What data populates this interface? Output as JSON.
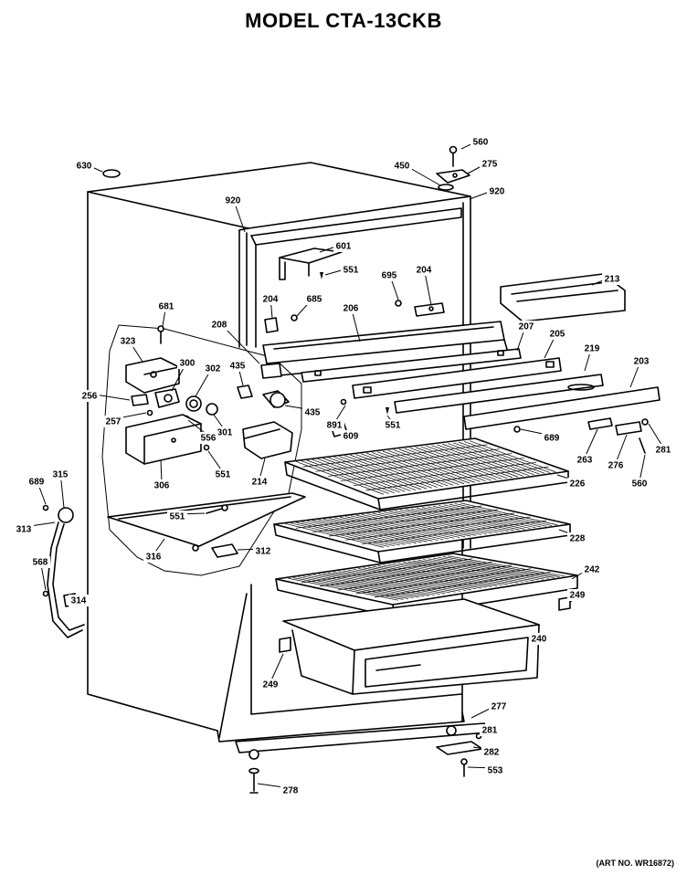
{
  "title": "MODEL CTA-13CKB",
  "art_number": "(ART NO. WR16872)",
  "callouts": [
    {
      "id": "560a",
      "label": "560"
    },
    {
      "id": "630",
      "label": "630"
    },
    {
      "id": "450",
      "label": "450"
    },
    {
      "id": "275",
      "label": "275"
    },
    {
      "id": "920a",
      "label": "920"
    },
    {
      "id": "920b",
      "label": "920"
    },
    {
      "id": "601",
      "label": "601"
    },
    {
      "id": "551a",
      "label": "551"
    },
    {
      "id": "695",
      "label": "695"
    },
    {
      "id": "204a",
      "label": "204"
    },
    {
      "id": "213",
      "label": "213"
    },
    {
      "id": "204b",
      "label": "204"
    },
    {
      "id": "685",
      "label": "685"
    },
    {
      "id": "206",
      "label": "206"
    },
    {
      "id": "681",
      "label": "681"
    },
    {
      "id": "208",
      "label": "208"
    },
    {
      "id": "207",
      "label": "207"
    },
    {
      "id": "205",
      "label": "205"
    },
    {
      "id": "219",
      "label": "219"
    },
    {
      "id": "203",
      "label": "203"
    },
    {
      "id": "323",
      "label": "323"
    },
    {
      "id": "300",
      "label": "300"
    },
    {
      "id": "302",
      "label": "302"
    },
    {
      "id": "435a",
      "label": "435"
    },
    {
      "id": "256",
      "label": "256"
    },
    {
      "id": "435b",
      "label": "435"
    },
    {
      "id": "891",
      "label": "891"
    },
    {
      "id": "551b",
      "label": "551"
    },
    {
      "id": "257",
      "label": "257"
    },
    {
      "id": "301",
      "label": "301"
    },
    {
      "id": "556",
      "label": "556"
    },
    {
      "id": "609",
      "label": "609"
    },
    {
      "id": "689a",
      "label": "689"
    },
    {
      "id": "263",
      "label": "263"
    },
    {
      "id": "281a",
      "label": "281"
    },
    {
      "id": "276",
      "label": "276"
    },
    {
      "id": "306",
      "label": "306"
    },
    {
      "id": "551c",
      "label": "551"
    },
    {
      "id": "214",
      "label": "214"
    },
    {
      "id": "226",
      "label": "226"
    },
    {
      "id": "560b",
      "label": "560"
    },
    {
      "id": "689b",
      "label": "689"
    },
    {
      "id": "315",
      "label": "315"
    },
    {
      "id": "551d",
      "label": "551"
    },
    {
      "id": "313",
      "label": "313"
    },
    {
      "id": "228",
      "label": "228"
    },
    {
      "id": "316",
      "label": "316"
    },
    {
      "id": "312",
      "label": "312"
    },
    {
      "id": "568",
      "label": "568"
    },
    {
      "id": "242",
      "label": "242"
    },
    {
      "id": "314",
      "label": "314"
    },
    {
      "id": "249a",
      "label": "249"
    },
    {
      "id": "240",
      "label": "240"
    },
    {
      "id": "249b",
      "label": "249"
    },
    {
      "id": "277",
      "label": "277"
    },
    {
      "id": "281b",
      "label": "281"
    },
    {
      "id": "282",
      "label": "282"
    },
    {
      "id": "553",
      "label": "553"
    },
    {
      "id": "278",
      "label": "278"
    }
  ]
}
